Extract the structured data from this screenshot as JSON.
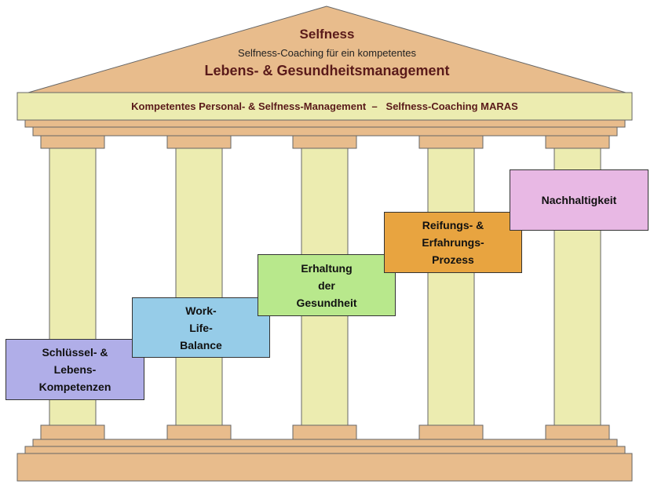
{
  "roof": {
    "title": "Selfness",
    "subtitle": "Selfness-Coaching für ein kompetentes",
    "heading": "Lebens- & Gesundheitsmanagement"
  },
  "architrave": {
    "text": "Kompetentes Personal- & Selfness-Management  –   Selfness-Coaching MARAS"
  },
  "steps": [
    {
      "label": "Schlüssel-  &\nLebens-\nKompetenzen",
      "color": "#b0aee8"
    },
    {
      "label": "Work-\nLife-\nBalance",
      "color": "#96cce8"
    },
    {
      "label": "Erhaltung\nder\nGesundheit",
      "color": "#b8e88c"
    },
    {
      "label": "Reifungs-  &\nErfahrungs-\nProzess",
      "color": "#e8a440"
    },
    {
      "label": "Nachhaltigkeit",
      "color": "#e8b8e4"
    }
  ],
  "colors": {
    "stone": "#e8bc8c",
    "column": "#ececb0",
    "outline": "#555555"
  }
}
